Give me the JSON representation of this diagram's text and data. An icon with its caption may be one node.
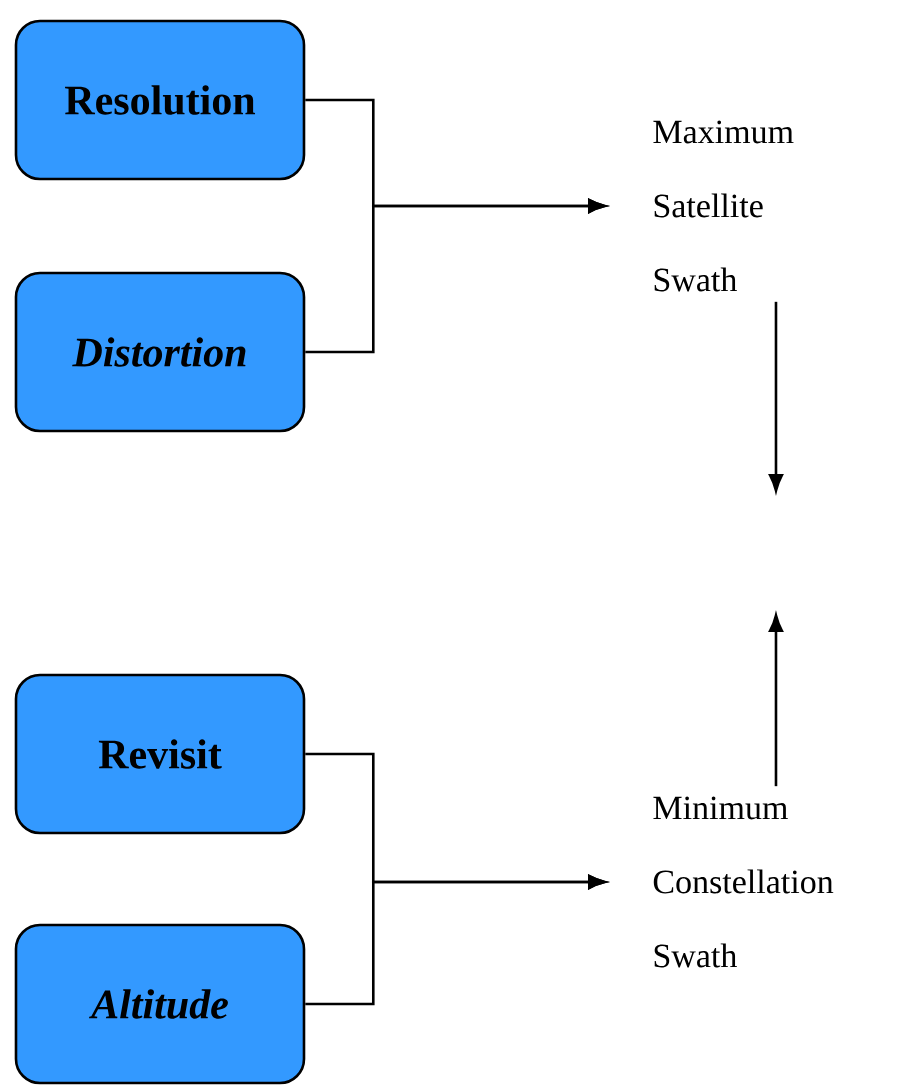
{
  "diagram": {
    "nodes": [
      {
        "text": [
          "Resolution"
        ]
      },
      {
        "text": [
          "Distortion"
        ]
      },
      {
        "text": [
          "Revisit"
        ]
      },
      {
        "text": [
          "Altitude"
        ]
      },
      {
        "text": [
          "Maximum Satellite Swath"
        ]
      },
      {
        "text": [
          "Minimum Constellation Swath"
        ]
      }
    ],
    "edges": [
      {
        "from": 0,
        "to": 4,
        "arrow": "to"
      },
      {
        "from": 1,
        "to": 4,
        "arrow": "to"
      },
      {
        "from": 2,
        "to": 5,
        "arrow": "to"
      },
      {
        "from": 3,
        "to": 5,
        "arrow": "to"
      },
      {
        "from": 4,
        "to": null,
        "arrow": "to"
      },
      {
        "from": 5,
        "to": null,
        "arrow": "to"
      }
    ]
  }
}
